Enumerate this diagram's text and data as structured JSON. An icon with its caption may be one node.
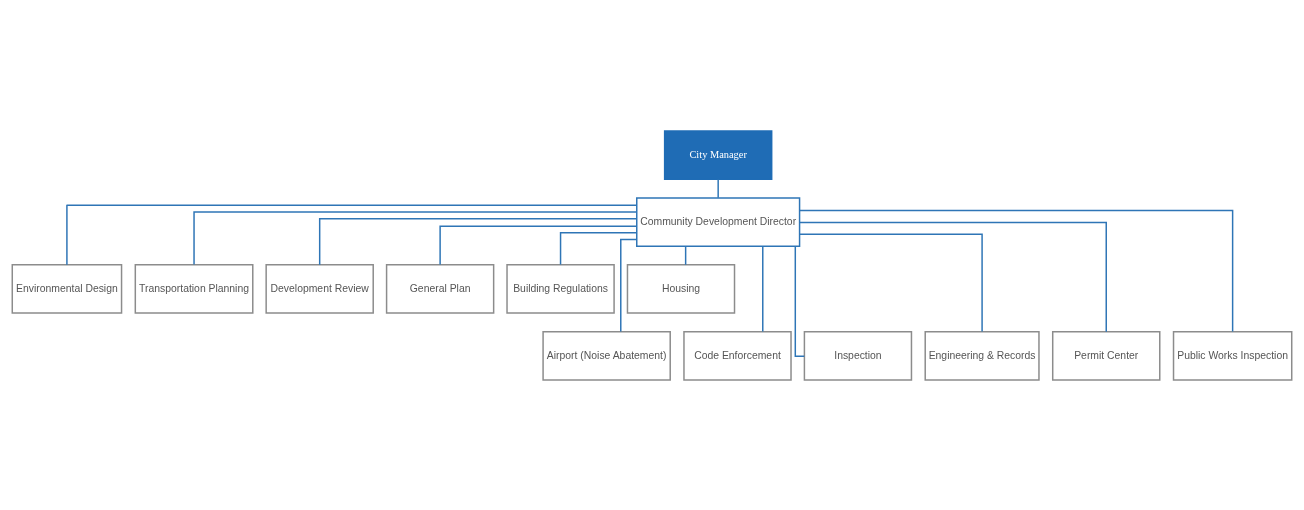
{
  "diagram": {
    "nodes": [
      {
        "text": [
          "City Manager"
        ]
      },
      {
        "text": [
          "Community Development Director"
        ]
      },
      {
        "text": [
          "Environmental Design"
        ]
      },
      {
        "text": [
          "Transportation Planning"
        ]
      },
      {
        "text": [
          "Development Review"
        ]
      },
      {
        "text": [
          "General Plan"
        ]
      },
      {
        "text": [
          "Building Regulations"
        ]
      },
      {
        "text": [
          "Housing"
        ]
      },
      {
        "text": [
          "Airport (Noise Abatement)"
        ]
      },
      {
        "text": [
          "Code Enforcement"
        ]
      },
      {
        "text": [
          "Inspection"
        ]
      },
      {
        "text": [
          "Engineering & Records"
        ]
      },
      {
        "text": [
          "Permit Center"
        ]
      },
      {
        "text": [
          "Public Works Inspection"
        ]
      }
    ],
    "edges": [
      {
        "from": 0,
        "to": 1,
        "arrow": "none"
      },
      {
        "from": 1,
        "to": 2,
        "arrow": "none"
      },
      {
        "from": 1,
        "to": 3,
        "arrow": "none"
      },
      {
        "from": 1,
        "to": 4,
        "arrow": "none"
      },
      {
        "from": 1,
        "to": 5,
        "arrow": "none"
      },
      {
        "from": 1,
        "to": 6,
        "arrow": "none"
      },
      {
        "from": 1,
        "to": 7,
        "arrow": "none"
      },
      {
        "from": 1,
        "to": 8,
        "arrow": "none"
      },
      {
        "from": 1,
        "to": 9,
        "arrow": "none"
      },
      {
        "from": 1,
        "to": 10,
        "arrow": "none"
      },
      {
        "from": 1,
        "to": 11,
        "arrow": "none"
      },
      {
        "from": 1,
        "to": 12,
        "arrow": "none"
      },
      {
        "from": 1,
        "to": 13,
        "arrow": "none"
      }
    ]
  }
}
